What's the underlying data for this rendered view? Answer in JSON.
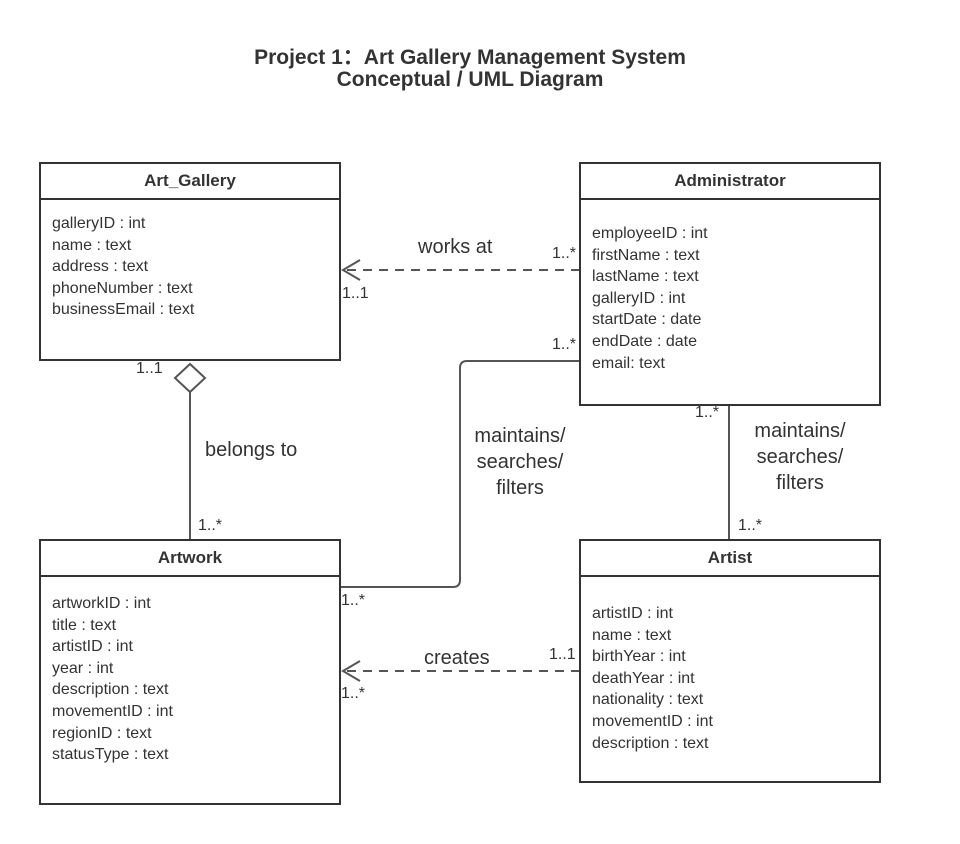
{
  "title": {
    "line1": "Project 1：Art Gallery Management System",
    "line2": "Conceptual / UML Diagram"
  },
  "classes": {
    "art_gallery": {
      "name": "Art_Gallery",
      "attributes": [
        "galleryID : int",
        "name : text",
        "address : text",
        "phoneNumber : text",
        "businessEmail : text"
      ]
    },
    "administrator": {
      "name": "Administrator",
      "attributes": [
        "employeeID : int",
        "firstName : text",
        "lastName : text",
        "galleryID : int",
        "startDate : date",
        "endDate : date",
        "email: text"
      ]
    },
    "artwork": {
      "name": "Artwork",
      "attributes": [
        "artworkID : int",
        "title : text",
        "artistID : int",
        "year : int",
        "description : text",
        "movementID : int",
        "regionID : text",
        "statusType : text"
      ]
    },
    "artist": {
      "name": "Artist",
      "attributes": [
        "artistID : int",
        "name : text",
        "birthYear : int",
        "deathYear : int",
        "nationality : text",
        "movementID : int",
        "description : text"
      ]
    }
  },
  "relationships": {
    "works_at": {
      "label": "works at",
      "source_mult": "1..*",
      "target_mult": "1..1"
    },
    "belongs_to": {
      "label": "belongs to",
      "whole_mult": "1..1",
      "part_mult": "1..*"
    },
    "admin_artwork": {
      "label_lines": [
        "maintains/",
        "searches/",
        "filters"
      ],
      "admin_mult": "1..*",
      "artwork_mult": "1..*"
    },
    "admin_artist": {
      "label_lines": [
        "maintains/",
        "searches/",
        "filters"
      ],
      "admin_mult": "1..*",
      "artist_mult": "1..*"
    },
    "creates": {
      "label": "creates",
      "source_mult": "1..1",
      "target_mult": "1..*"
    }
  }
}
